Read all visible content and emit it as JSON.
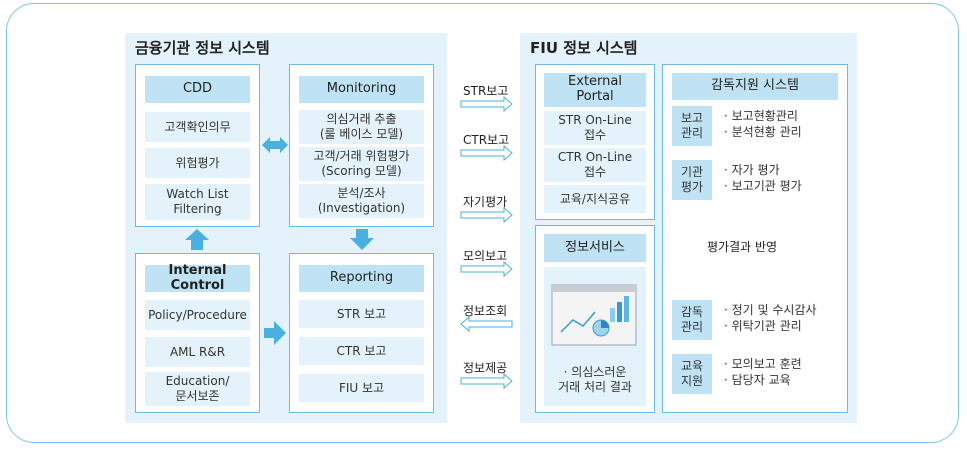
{
  "left_system": {
    "title": "금융기관 정보 시스템",
    "cdd": {
      "header": "CDD",
      "items": [
        "고객확인의무",
        "위험평가",
        "Watch List\nFiltering"
      ]
    },
    "monitoring": {
      "header": "Monitoring",
      "items": [
        "의심거래 추출\n(룰 베이스 모델)",
        "고객/거래 위험평가\n(Scoring 모델)",
        "분석/조사\n(Investigation)"
      ]
    },
    "internal_control": {
      "header": "Internal Control",
      "items": [
        "Policy/Procedure",
        "AML R&R",
        "Education/\n문서보존"
      ]
    },
    "reporting": {
      "header": "Reporting",
      "items": [
        "STR 보고",
        "CTR 보고",
        "FIU 보고"
      ]
    }
  },
  "flow_labels": [
    "STR보고",
    "CTR보고",
    "자기평가",
    "모의보고",
    "정보조회",
    "정보제공"
  ],
  "fiu_system": {
    "title": "FIU 정보 시스템",
    "external_portal": {
      "header": "External\nPortal",
      "items": [
        "STR On-Line\n접수",
        "CTR On-Line\n접수",
        "교육/지식공유"
      ]
    },
    "info_service": {
      "header": "정보서비스",
      "caption": "· 의심스러운\n거래 처리 결과",
      "icon": "chart-window-icon"
    },
    "supervision": {
      "header": "감독지원 시스템",
      "rows": [
        {
          "label": "보고\n관리",
          "items": [
            "· 보고현황관리",
            "· 분석현황 관리"
          ]
        },
        {
          "label": "기관\n평가",
          "items": [
            "· 자가 평가",
            "· 보고기관 평가"
          ]
        },
        {
          "label": "감독\n관리",
          "items": [
            "· 정기 및 수시감사",
            "· 위탁기관 관리"
          ]
        },
        {
          "label": "교육\n지원",
          "items": [
            "· 모의보고 훈련",
            "· 담당자 교육"
          ]
        }
      ],
      "feedback_label": "평가결과 반영"
    }
  },
  "colors": {
    "panel": "#e4f3fb",
    "header": "#bfe3f5",
    "border": "#6dbce0",
    "arrow": "#4ab0e0",
    "outline": "#7fc6e6"
  }
}
